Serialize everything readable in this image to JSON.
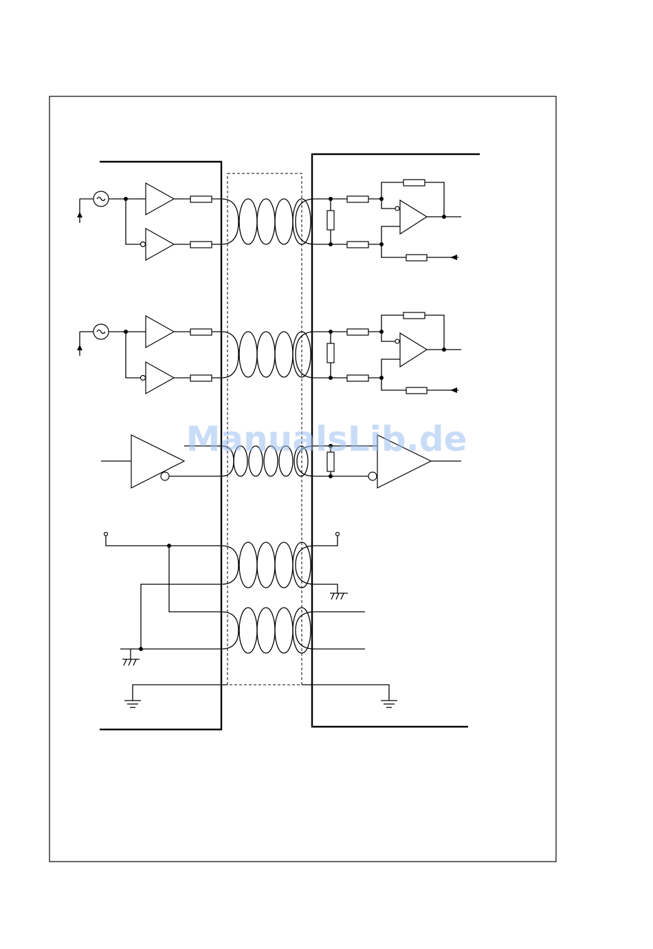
{
  "watermark": {
    "text": "ManualsLib.de",
    "color": "#9dbff0"
  },
  "diagram": {
    "channels": [
      {
        "kind": "differential-driver-with-feedback-receiver"
      },
      {
        "kind": "differential-driver-with-feedback-receiver"
      },
      {
        "kind": "line-driver-receiver"
      },
      {
        "kind": "power-ground-pairs"
      }
    ],
    "icons": [
      "ac-source-icon",
      "chassis-ground-icon",
      "earth-ground-icon",
      "twisted-pair-icon"
    ]
  }
}
